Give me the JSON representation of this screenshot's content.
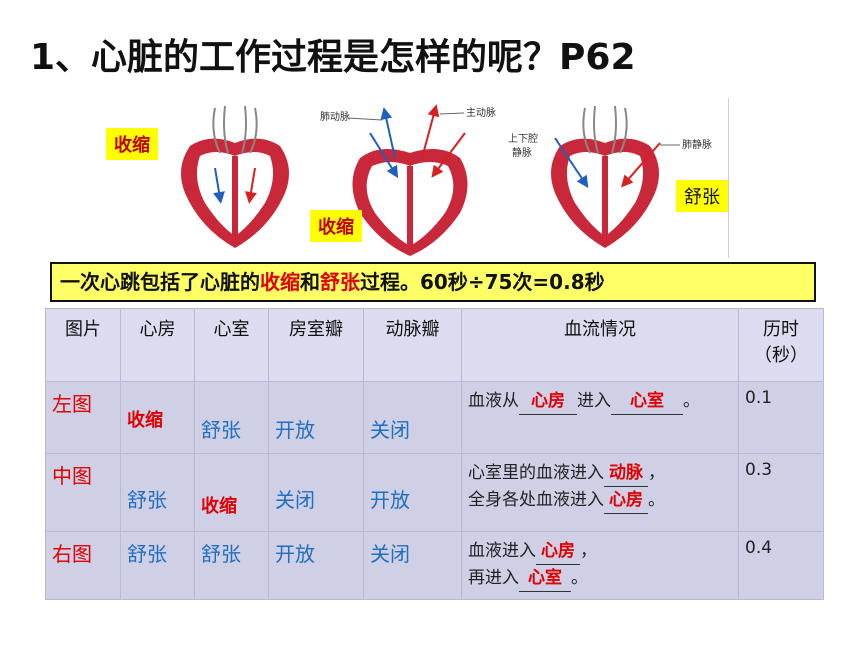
{
  "title": "1、心脏的工作过程是怎样的呢？P62",
  "diagram": {
    "labels": {
      "pulmonary_artery": "肺动脉",
      "aorta": "主动脉",
      "vena_cava_1": "上下腔",
      "vena_cava_2": "静脉",
      "pulmonary_vein": "肺静脉"
    },
    "tags": {
      "left": "收缩",
      "middle": "收缩",
      "right": "舒张"
    }
  },
  "summary": {
    "prefix": "一次心跳包括了心脏的",
    "word1": "收缩",
    "and": "和",
    "word2": "舒张",
    "suffix": "过程。60秒÷75次=0.8秒"
  },
  "table": {
    "headers": [
      "图片",
      "心房",
      "心室",
      "房室瓣",
      "动脉瓣",
      "血流情况",
      "历时",
      "（秒）"
    ],
    "rows": [
      {
        "name": "左图",
        "atrium": "收缩",
        "ventricle": "舒张",
        "av_valve": "开放",
        "art_valve": "关闭",
        "flow_a": "血液从",
        "blank1": "心房",
        "flow_b": "进入",
        "blank2": "心室",
        "flow_c": "。",
        "time": "0.1"
      },
      {
        "name": "中图",
        "atrium": "舒张",
        "ventricle": "收缩",
        "av_valve": "关闭",
        "art_valve": "开放",
        "flow_a": "心室里的血液进入",
        "blank1": "动脉",
        "flow_b": "，",
        "flow_c": "全身各处血液进入",
        "blank2": "心房",
        "flow_d": "。",
        "time": "0.3"
      },
      {
        "name": "右图",
        "atrium": "舒张",
        "ventricle": "舒张",
        "av_valve": "开放",
        "art_valve": "关闭",
        "flow_a": "血液进入",
        "blank1": "心房",
        "flow_b": "，",
        "flow_c": "再进入",
        "blank2": "心室",
        "flow_d": "。",
        "time": "0.4"
      }
    ]
  }
}
